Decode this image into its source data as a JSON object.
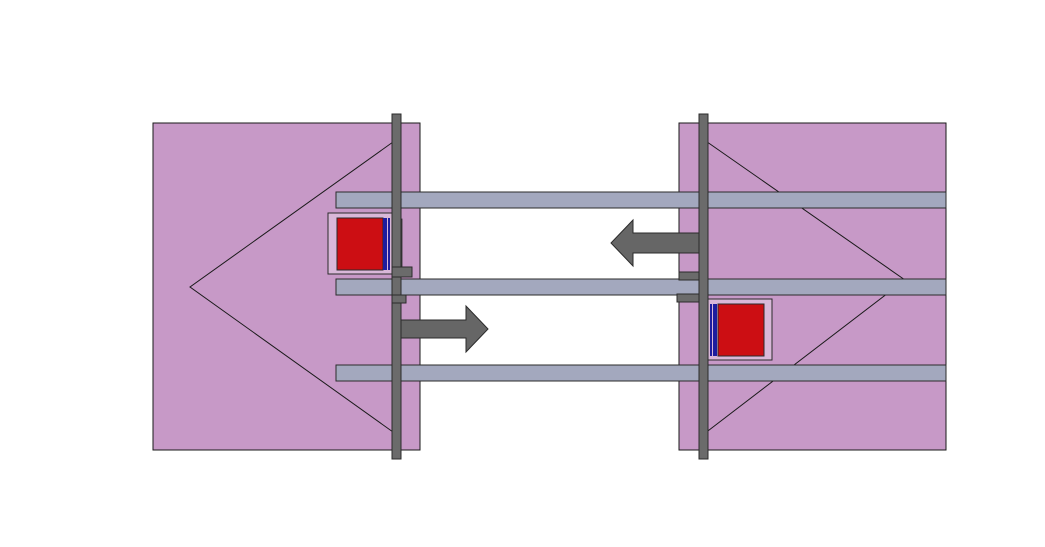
{
  "diagram": {
    "description_text": "",
    "colors": {
      "background": "#ffffff",
      "block_fill": "#c799c7",
      "block_stroke": "#1a1a1a",
      "rail_fill": "#a3a8be",
      "rail_stroke": "#2b2b2b",
      "plate_fill": "#6b6b6b",
      "plate_stroke": "#2b2b2b",
      "arrow_fill": "#666666",
      "magnet_fill": "#cc0e13",
      "magnet_band": "#1d1d9e",
      "holder_fill": "#d9b8d9"
    },
    "arrows": [
      {
        "name": "right-arrow",
        "direction": "right"
      },
      {
        "name": "left-arrow",
        "direction": "left"
      }
    ]
  }
}
